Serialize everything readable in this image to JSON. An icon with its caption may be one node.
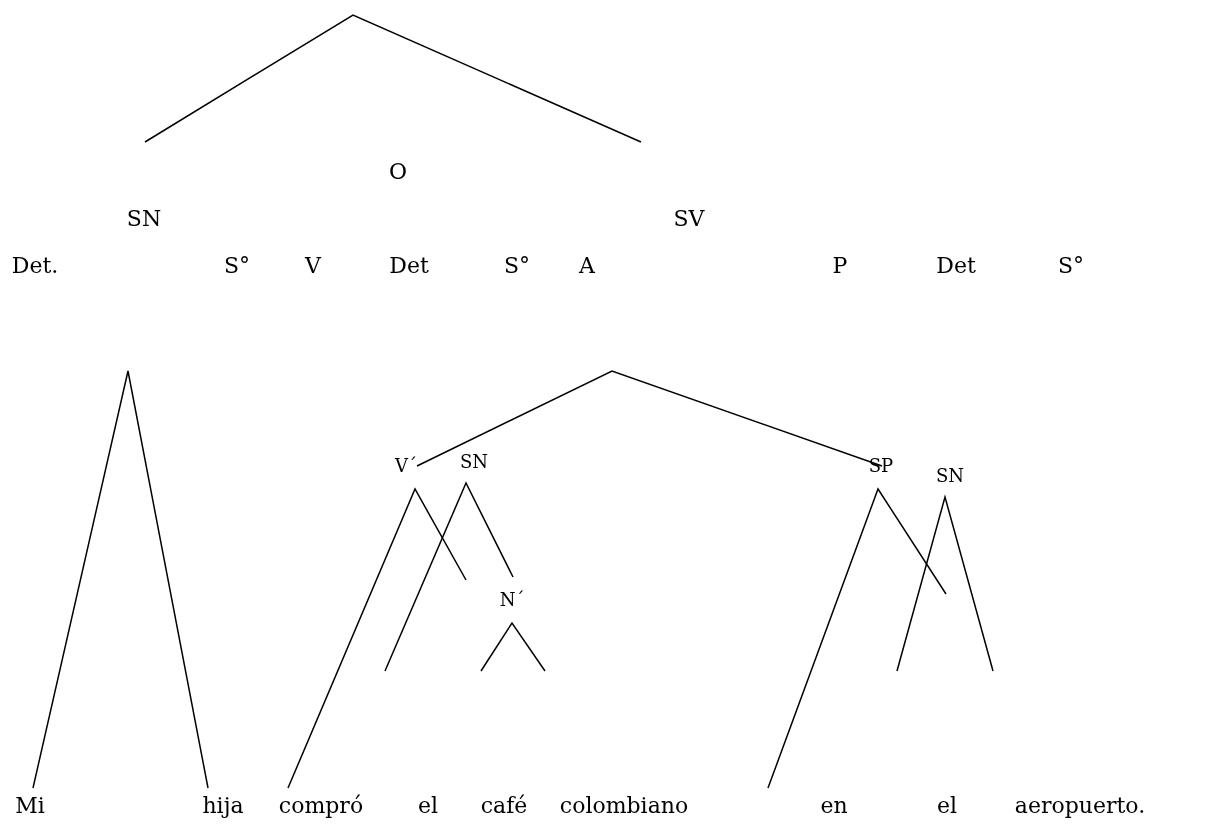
{
  "diagram": {
    "labels": [
      "O",
      "SN",
      "SV",
      "Det.",
      "S°",
      "V",
      "Det",
      "S°",
      "A",
      "P",
      "Det",
      "S°",
      "V´",
      "SN",
      "SP",
      "SN",
      "N´",
      "Mi",
      "hija",
      "compró",
      "el",
      "café",
      "colombiano",
      "en",
      "el",
      "aeropuerto."
    ]
  }
}
